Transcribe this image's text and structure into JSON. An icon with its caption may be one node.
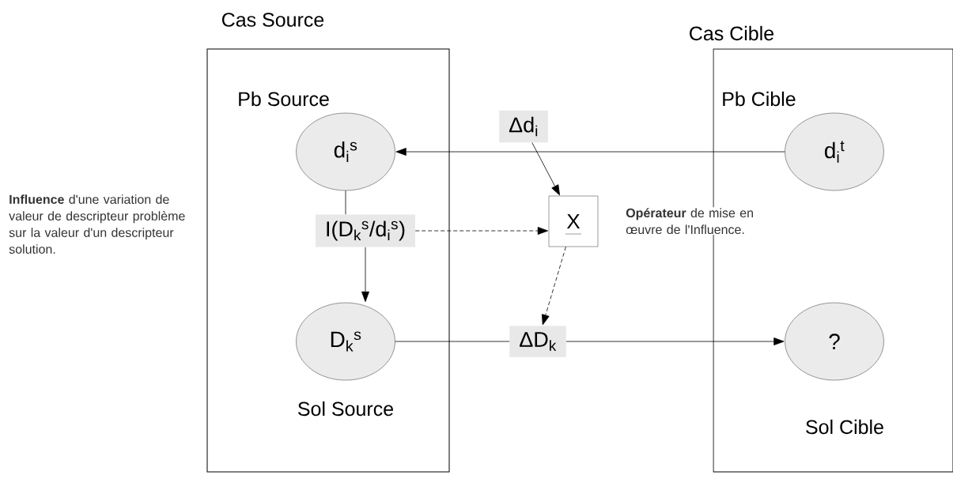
{
  "diagram": {
    "nodes": [
      {
        "text": [
          "Cas Source",
          "Pb Source",
          "Sol Source"
        ]
      },
      {
        "text": [
          "Cas Cible",
          "Pb Cible",
          "Sol Cible"
        ]
      },
      {
        "text": [
          "d$_{i}$$^{s}$"
        ],
        "in": 0
      },
      {
        "text": [
          "I(D$_{k}$$^{s}$/d$_{i}$$^{s}$)"
        ],
        "in": 0
      },
      {
        "text": [
          "D$_{k}$$^{s}$"
        ],
        "in": 0
      },
      {
        "text": [
          "Δd$_{i}$"
        ]
      },
      {
        "text": [
          "X"
        ]
      },
      {
        "text": [
          "ΔD$_{k}$"
        ]
      },
      {
        "text": [
          "d$_{i}$$^{t}$"
        ],
        "in": 1
      },
      {
        "text": [
          "?"
        ],
        "in": 1
      }
    ],
    "edges": [
      {
        "from": 8,
        "to": 2,
        "arrow": "to"
      },
      {
        "from": 2,
        "to": 3,
        "arrow": "none"
      },
      {
        "from": 3,
        "to": 4,
        "arrow": "to"
      },
      {
        "from": 3,
        "to": 6,
        "arrow": "to",
        "style": "dashed"
      },
      {
        "from": 5,
        "to": 6,
        "arrow": "to"
      },
      {
        "from": 6,
        "to": 7,
        "arrow": "to",
        "style": "dashed"
      },
      {
        "from": 4,
        "to": 7,
        "arrow": "none"
      },
      {
        "from": 7,
        "to": 9,
        "arrow": "to"
      }
    ],
    "labels": [
      "**Influence** d'une variation de valeur de descripteur problème sur la valeur d'un descripteur solution.",
      "**Opérateur** de mise en œuvre de l'Influence."
    ]
  }
}
